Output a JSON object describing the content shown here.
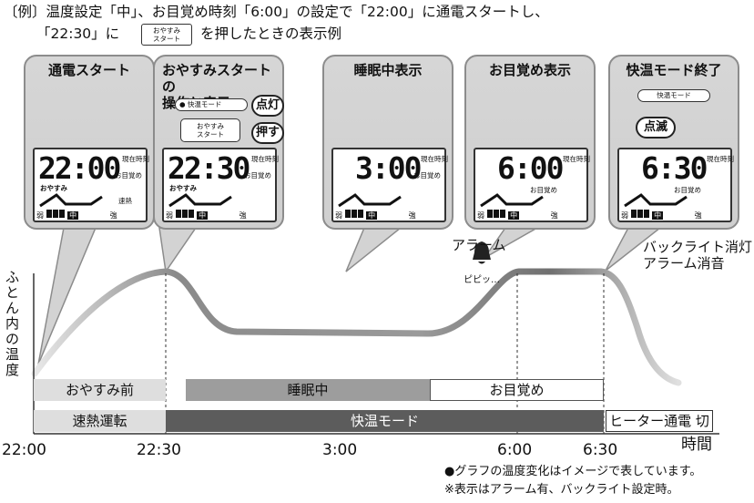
{
  "header": {
    "line1": "〔例〕温度設定「中」、お目覚め時刻「6:00」の設定で「22:00」に通電スタートし、",
    "line2_a": "「22:30」に",
    "button_top": "おやすみ",
    "button_bottom": "スタート",
    "line2_b": "を押したときの表示例"
  },
  "panels": [
    {
      "title": "通電スタート",
      "time": "22:00",
      "genzai": "現在時刻",
      "omezame": "お目覚め",
      "oyasumi": "おやすみ",
      "weak": "弱",
      "strong": "強",
      "mid": "中",
      "extra": "速熱"
    },
    {
      "title_line1": "おやすみスタートの",
      "title_line2": "操作と表示",
      "kaion": "● 快温モード",
      "tento": "点灯",
      "btn_top": "おやすみ",
      "btn_bottom": "スタート",
      "osu": "押す",
      "time": "22:30",
      "genzai": "現在時刻",
      "omezame": "お目覚め",
      "oyasumi": "おやすみ",
      "weak": "弱",
      "strong": "強",
      "mid": "中"
    },
    {
      "title": "睡眠中表示",
      "time": "3:00",
      "genzai": "現在時刻",
      "omezame": "お目覚め",
      "weak": "弱",
      "strong": "強",
      "mid": "中"
    },
    {
      "title": "お目覚め表示",
      "time": "6:00",
      "genzai": "現在時刻",
      "omezame": "お目覚め",
      "weak": "弱",
      "strong": "強",
      "mid": "中"
    },
    {
      "title": "快温モード終了",
      "kaion": "快温モード",
      "tenmetsu": "点滅",
      "time": "6:30",
      "genzai": "現在時刻",
      "omezame": "お目覚め",
      "weak": "弱",
      "strong": "強",
      "mid": "中"
    }
  ],
  "graph": {
    "ylabel": "ふとん内の温度",
    "xlabel": "時間",
    "ticks": [
      "22:00",
      "22:30",
      "3:00",
      "6:00",
      "6:30"
    ],
    "alarm": "アラーム",
    "alarm_sound": "ピピッ…",
    "after_note_1": "バックライト消灯",
    "after_note_2": "アラーム消音"
  },
  "bands": {
    "upper": [
      "おやすみ前",
      "睡眠中",
      "お目覚め"
    ],
    "lower": [
      "速熱運転",
      "快温モード",
      "ヒーター通電 切"
    ]
  },
  "notes": {
    "n1": "●グラフの温度変化はイメージで表しています。",
    "n2": "※表示はアラーム有、バックライト設定時。"
  }
}
